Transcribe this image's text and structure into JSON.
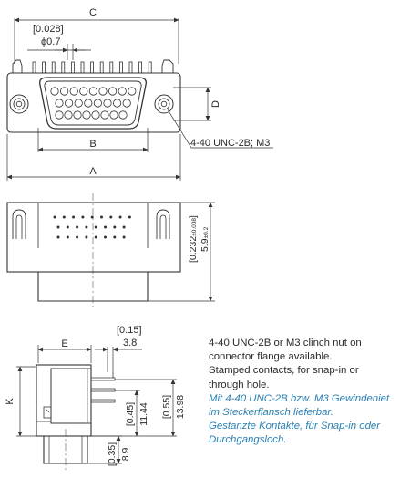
{
  "top_view": {
    "label_c": "C",
    "label_hole_inch": "[0.028]",
    "label_hole_mm": "ϕ0.7",
    "label_d": "D",
    "label_b": "B",
    "label_a": "A",
    "label_thread": "4-40 UNC-2B; M3"
  },
  "front_view": {
    "height_inch": "[0.232",
    "height_inch_tol": "±0.008",
    "height_close": "]",
    "height_mm": "5.9",
    "height_mm_tol": "±0.2"
  },
  "side_view": {
    "label_e": "E",
    "label_k": "K",
    "pitch_inch": "[0.15]",
    "pitch_mm": "3.8",
    "dim1_inch": "[0.45]",
    "dim1_mm": "11.44",
    "dim2_inch": "[0.55]",
    "dim2_mm": "13.98",
    "dim3_inch": "[0.35]",
    "dim3_mm": "8.9"
  },
  "notes": {
    "en": [
      "4-40 UNC-2B or M3 clinch nut on",
      "connector flange available.",
      "Stamped contacts, for snap-in or",
      "through hole."
    ],
    "de": [
      "Mit 4-40 UNC-2B bzw. M3 Gewindeniet",
      "im Steckerflansch lieferbar.",
      "Gestanzte Kontakte, für Snap-in oder",
      "Durchgangsloch."
    ]
  },
  "colors": {
    "line": "#333333",
    "note_text": "#2a2a2a",
    "note_german": "#2a7fb0"
  }
}
